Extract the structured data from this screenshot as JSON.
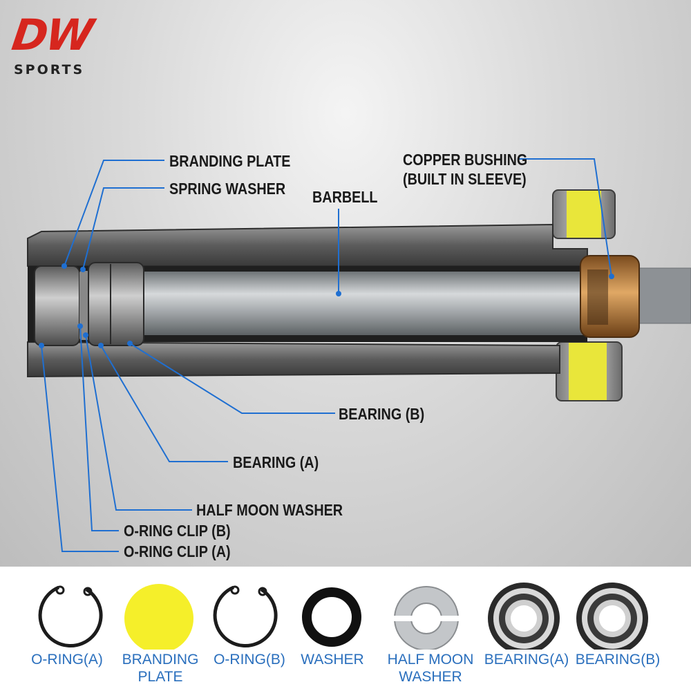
{
  "brand": {
    "logo_text": "DW",
    "logo_subtext": "SPORTS",
    "logo_color": "#d6261e"
  },
  "callouts": {
    "branding_plate": "BRANDING PLATE",
    "spring_washer": "SPRING WASHER",
    "barbell": "BARBELL",
    "copper_bushing_line1": "COPPER BUSHING",
    "copper_bushing_line2": "(BUILT IN SLEEVE)",
    "bearing_b": "BEARING (B)",
    "bearing_a": "BEARING (A)",
    "half_moon_washer": "HALF MOON WASHER",
    "o_ring_clip_b": "O-RING CLIP (B)",
    "o_ring_clip_a": "O-RING CLIP (A)"
  },
  "parts": [
    {
      "label": "O-RING(A)",
      "icon": "o-ring-icon"
    },
    {
      "label": "BRANDING\nPLATE",
      "icon": "branding-plate-icon"
    },
    {
      "label": "O-RING(B)",
      "icon": "o-ring-icon"
    },
    {
      "label": "WASHER",
      "icon": "washer-icon"
    },
    {
      "label": "HALF MOON\nWASHER",
      "icon": "half-moon-washer-icon"
    },
    {
      "label": "BEARING(A)",
      "icon": "bearing-icon"
    },
    {
      "label": "BEARING(B)",
      "icon": "bearing-icon"
    }
  ],
  "colors": {
    "leader_line": "#1f6fd1",
    "part_label": "#2a6fbd",
    "branding_yellow": "#f5ef2a",
    "copper": "#b57a3c"
  }
}
